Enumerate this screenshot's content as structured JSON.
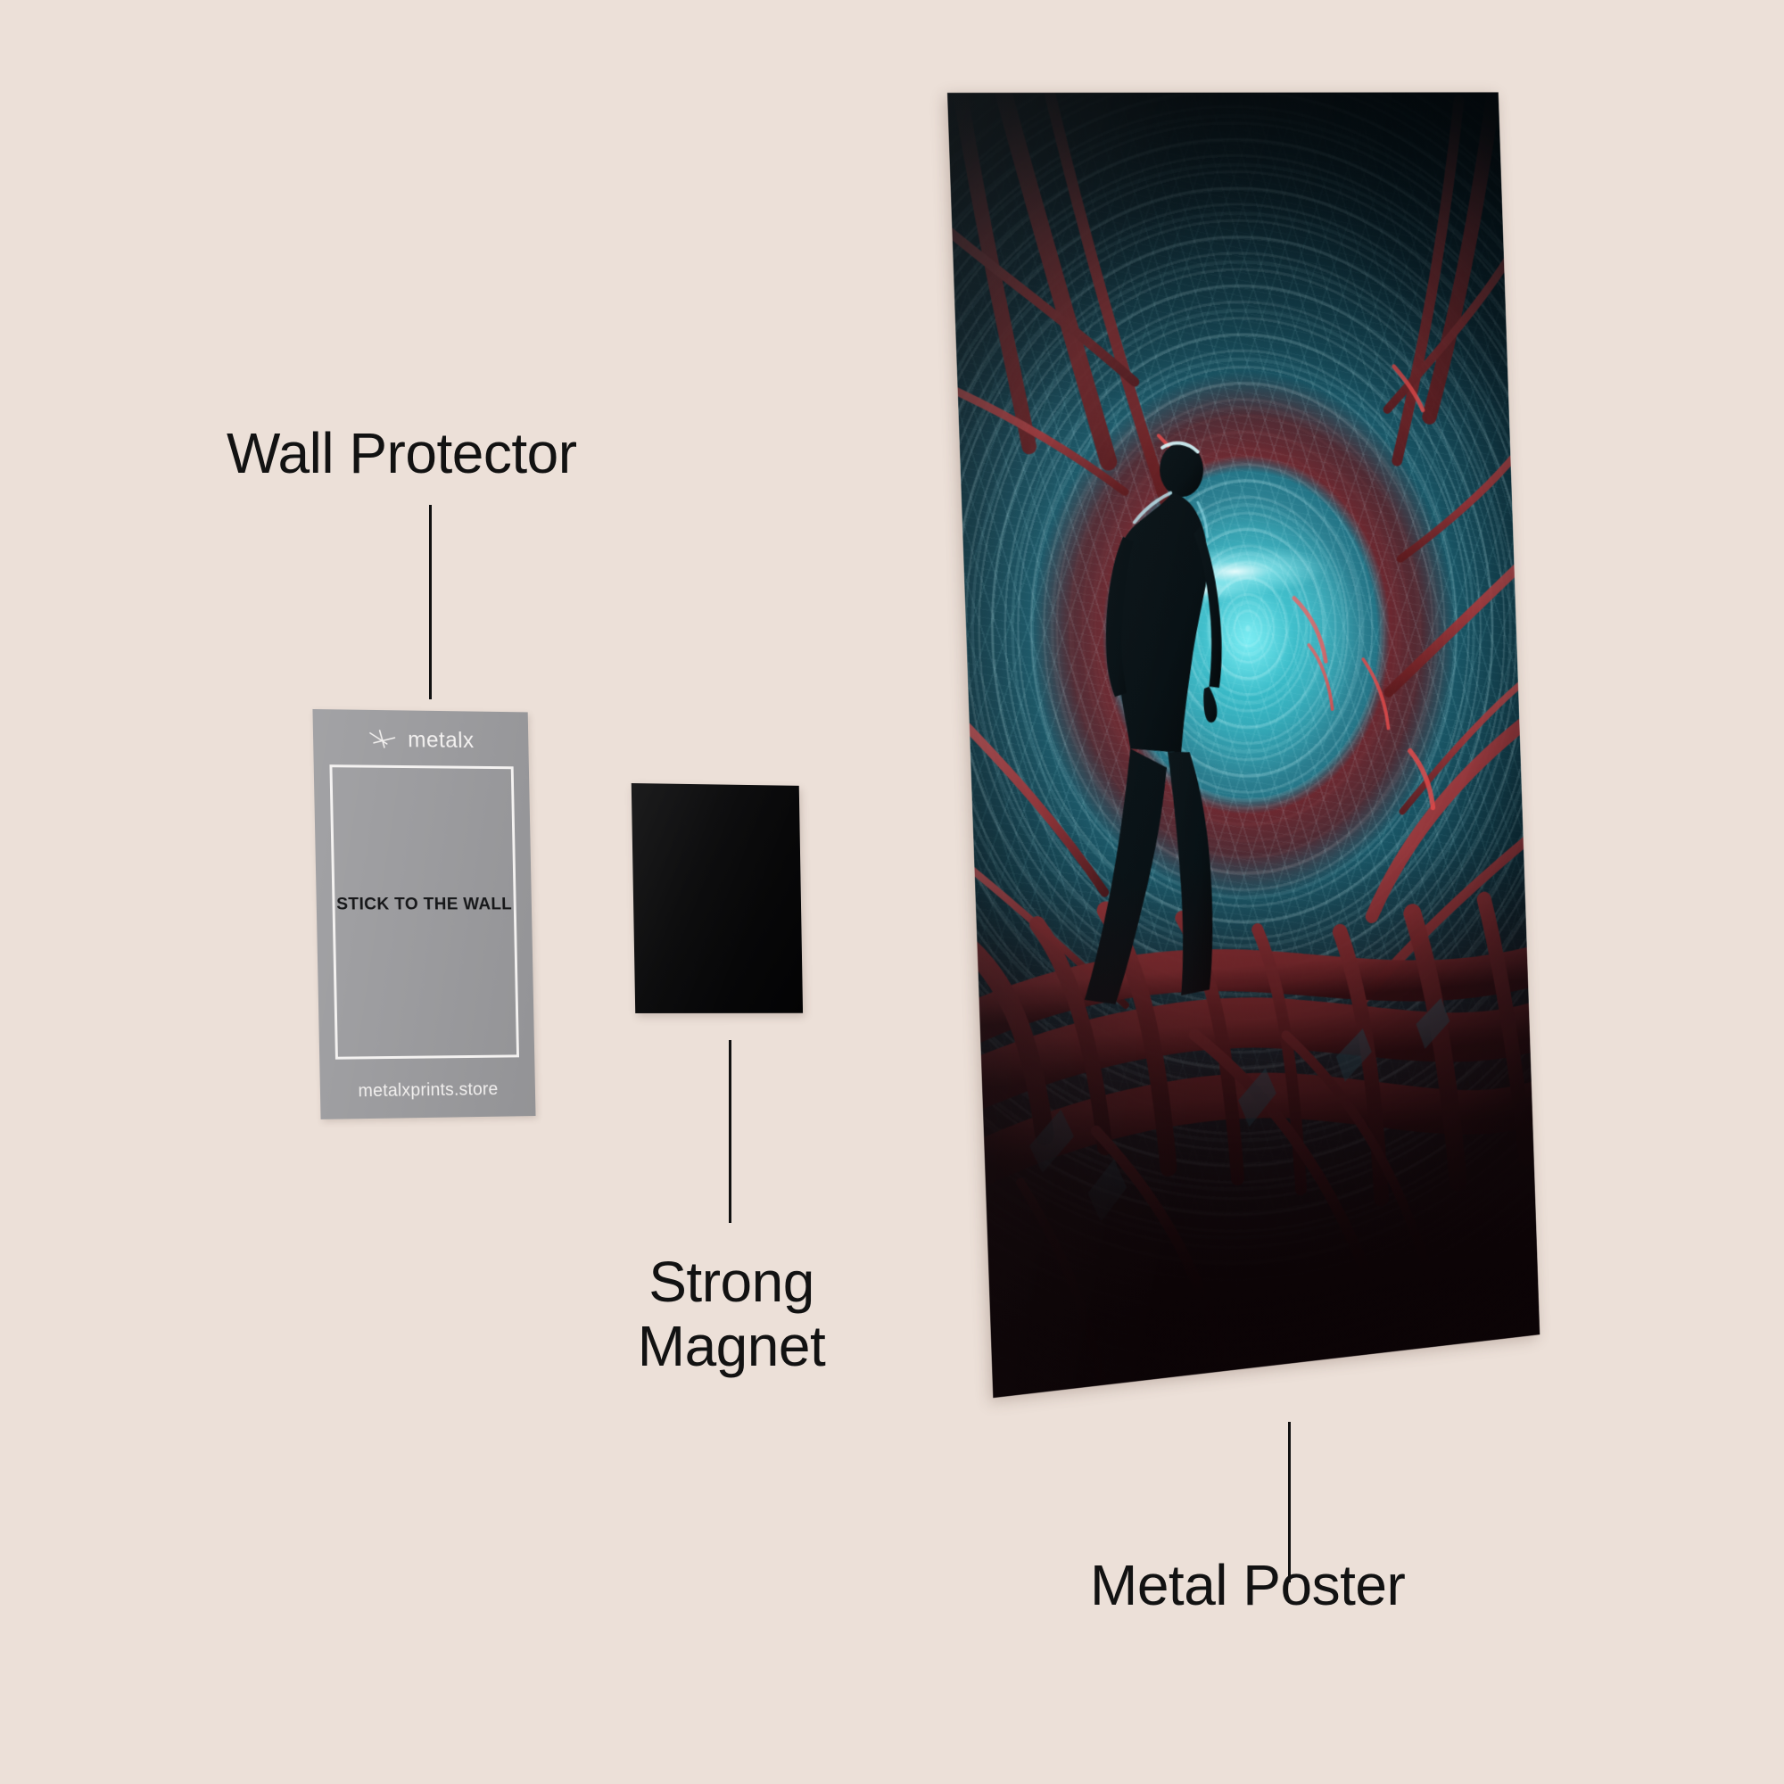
{
  "page": {
    "background_color": "#ece0d8",
    "text_color": "#121212"
  },
  "annotations": {
    "wall_protector": "Wall Protector",
    "strong_magnet": "Strong\nMagnet",
    "metal_poster": "Metal Poster"
  },
  "wall_protector_card": {
    "brand": "metalx",
    "logo_icon": "metalx-cross-icon",
    "headline": "STICK TO THE WALL",
    "website": "metalxprints.store",
    "fill_color": "#9b9b9e",
    "frame_color": "#f4f2f1"
  },
  "magnet": {
    "label": "Strong Magnet",
    "color": "#0a0a0b"
  },
  "metal_poster": {
    "label": "Metal Poster",
    "artwork_subject": "sci-fi figure silhouette standing at a glowing circular tunnel with red organic tendrils",
    "accent_color": "#3fd2e0",
    "tendril_color": "#a8373a"
  }
}
